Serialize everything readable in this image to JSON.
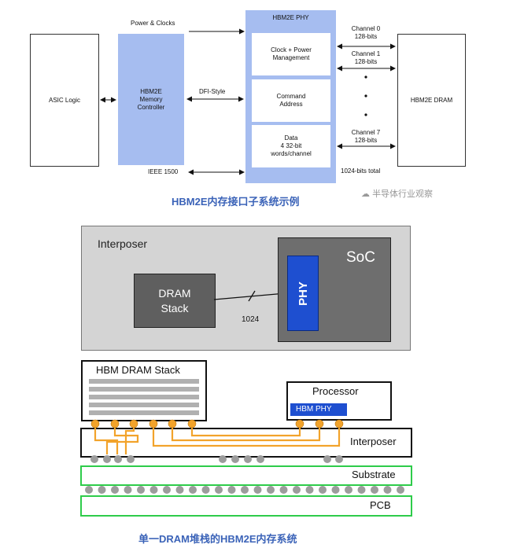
{
  "top_diagram": {
    "power_clocks": "Power & Clocks",
    "phy_title": "HBM2E PHY",
    "asic_logic": "ASIC Logic",
    "controller": [
      "HBM2E",
      "Memory",
      "Controller"
    ],
    "dfi_style": "DFI-Style",
    "ieee_1500": "IEEE 1500",
    "clock_power": [
      "Clock + Power",
      "Management"
    ],
    "command_address": [
      "Command",
      "Address"
    ],
    "data": [
      "Data",
      "4 32-bit",
      "words/channel"
    ],
    "channel0": [
      "Channel 0",
      "128-bits"
    ],
    "channel1": [
      "Channel 1",
      "128-bits"
    ],
    "channel7": [
      "Channel 7",
      "128-bits"
    ],
    "total": "1024-bits total",
    "dram": "HBM2E DRAM",
    "caption": "HBM2E内存接口子系统示例",
    "watermark": "半导体行业观察"
  },
  "bottom_diagram": {
    "interposer_title": "Interposer",
    "soc": "SoC",
    "dram_stack": [
      "DRAM",
      "Stack"
    ],
    "phy": "PHY",
    "bus_width": "1024",
    "hbm_stack": "HBM DRAM Stack",
    "processor": "Processor",
    "hbm_phy": "HBM PHY",
    "interposer_label": "Interposer",
    "substrate": "Substrate",
    "pcb": "PCB",
    "caption": "单一DRAM堆栈的HBM2E内存系统"
  },
  "colors": {
    "controller_blue": "#a6bdf0",
    "phy_blue": "#1e4fd0",
    "interposer_gray": "#d4d4d4",
    "soc_gray": "#6e6e6e",
    "dram_gray": "#5f5f5f",
    "wire_orange": "#f2a32b",
    "substrate_green": "#2ecc4a",
    "caption_blue": "#3b63b8"
  }
}
